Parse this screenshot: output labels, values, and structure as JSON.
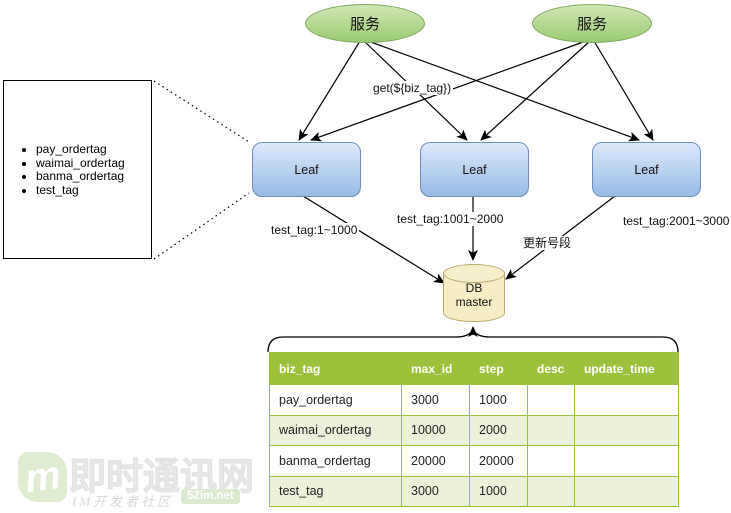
{
  "diagram": {
    "services": [
      {
        "label": "服务"
      },
      {
        "label": "服务"
      }
    ],
    "leaves": [
      {
        "label": "Leaf"
      },
      {
        "label": "Leaf"
      },
      {
        "label": "Leaf"
      }
    ],
    "db": {
      "line1": "DB",
      "line2": "master"
    },
    "biz_tag_list": [
      "pay_ordertag",
      "waimai_ordertag",
      "banma_ordertag",
      "test_tag"
    ],
    "edge_labels": {
      "get_call": "get(${biz_tag})",
      "leaf1_range": "test_tag:1~1000",
      "leaf2_range": "test_tag:1001~2000",
      "leaf3_range": "test_tag:2001~3000",
      "update_segment": "更新号段"
    }
  },
  "table": {
    "headers": [
      "biz_tag",
      "max_id",
      "step",
      "desc",
      "update_time"
    ],
    "rows": [
      {
        "biz_tag": "pay_ordertag",
        "max_id": "3000",
        "step": "1000",
        "desc": "",
        "update_time": ""
      },
      {
        "biz_tag": "waimai_ordertag",
        "max_id": "10000",
        "step": "2000",
        "desc": "",
        "update_time": ""
      },
      {
        "biz_tag": "banma_ordertag",
        "max_id": "20000",
        "step": "20000",
        "desc": "",
        "update_time": ""
      },
      {
        "biz_tag": "test_tag",
        "max_id": "3000",
        "step": "1000",
        "desc": "",
        "update_time": ""
      }
    ]
  },
  "watermark": {
    "logo_letter": "m",
    "title": "即时通讯网",
    "subtitle": "IM开发者社区",
    "badge": "52im.net"
  },
  "colors": {
    "service_fill_top": "#d0e8b5",
    "service_fill_bottom": "#9aca72",
    "service_stroke": "#7da75c",
    "leaf_fill_top": "#dce9fa",
    "leaf_fill_bottom": "#96bbe5",
    "leaf_stroke": "#6e8fb9",
    "db_fill": "#f6edc4",
    "db_stroke": "#b9a96f",
    "table_header_green": "#9cc13a",
    "table_row_alt": "#ebf2d9",
    "edge_color": "#000000"
  }
}
